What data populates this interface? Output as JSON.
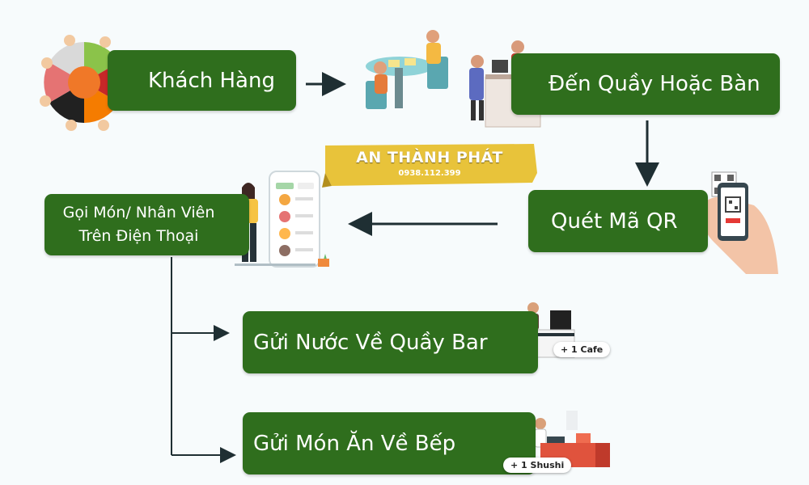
{
  "nodes": {
    "customer": "Khách Hàng",
    "counter": "Đến Quầy Hoặc Bàn",
    "scan_qr": "Quét Mã QR",
    "order_line1": "Gọi Món/ Nhân Viên",
    "order_line2": "Trên Điện Thoại",
    "send_bar": "Gửi Nước Về Quầy Bar",
    "send_kitchen": "Gửi Món Ăn Về Bếp"
  },
  "banner": {
    "title": "AN THÀNH PHÁT",
    "phone": "0938.112.399"
  },
  "tags": {
    "bar": "+ 1 Cafe",
    "kitchen": "+ 1 Shushi"
  },
  "colors": {
    "box_green": "#2f6e1d",
    "banner_gold": "#e8c33a",
    "arrow": "#1f2f33",
    "background": "#f7fbfc"
  }
}
